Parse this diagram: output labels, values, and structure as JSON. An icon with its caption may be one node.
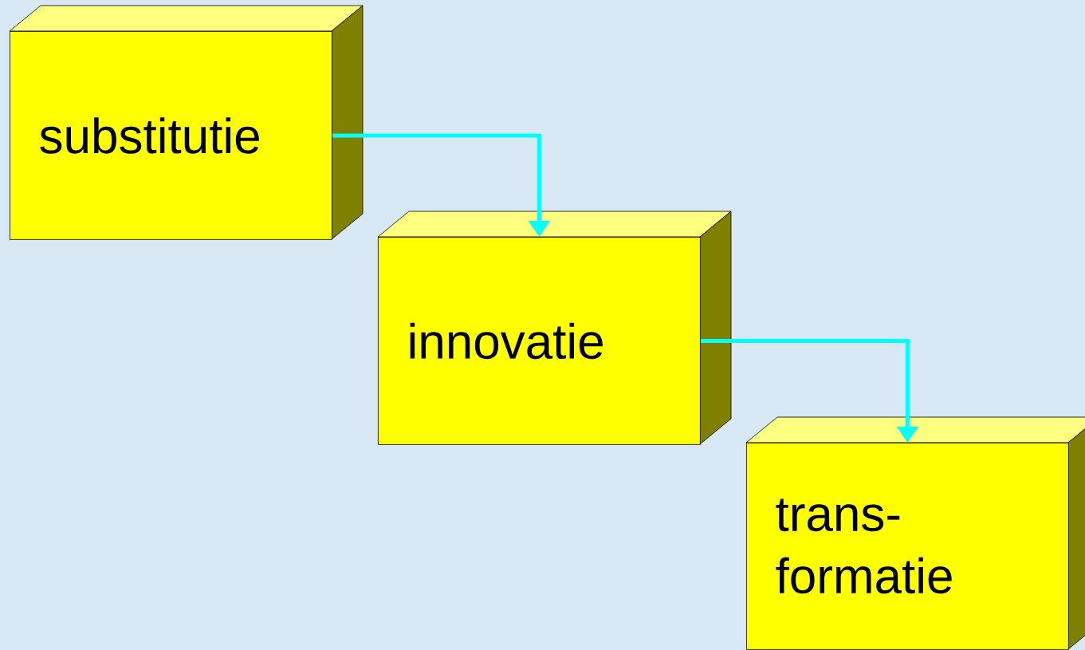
{
  "diagram": {
    "nodes": [
      {
        "text": [
          "substitutie"
        ]
      },
      {
        "text": [
          "innovatie"
        ]
      },
      {
        "text": [
          "trans- formatie"
        ]
      }
    ],
    "edges": [
      {
        "from": 0,
        "to": 1,
        "arrow": "to"
      },
      {
        "from": 1,
        "to": 2,
        "arrow": "to"
      }
    ]
  }
}
